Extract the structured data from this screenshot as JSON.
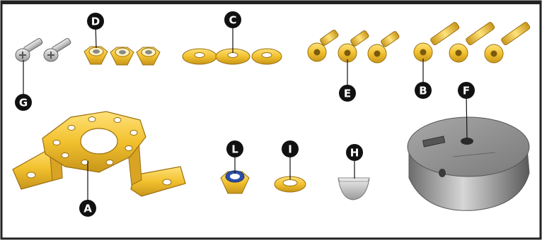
{
  "callouts": [
    {
      "id": "D",
      "label": "D"
    },
    {
      "id": "C",
      "label": "C"
    },
    {
      "id": "G",
      "label": "G"
    },
    {
      "id": "E",
      "label": "E"
    },
    {
      "id": "B",
      "label": "B"
    },
    {
      "id": "F",
      "label": "F"
    },
    {
      "id": "A",
      "label": "A"
    },
    {
      "id": "L",
      "label": "L"
    },
    {
      "id": "I",
      "label": "I"
    },
    {
      "id": "H",
      "label": "H"
    }
  ],
  "parts": [
    {
      "callout": "G",
      "name": "phillips-screw",
      "count": 2
    },
    {
      "callout": "D",
      "name": "hex-nut",
      "count": 3
    },
    {
      "callout": "C",
      "name": "flat-washer",
      "count": 3
    },
    {
      "callout": "E",
      "name": "short-socket-cap-screw",
      "count": 3
    },
    {
      "callout": "B",
      "name": "long-socket-cap-screw",
      "count": 3
    },
    {
      "callout": "F",
      "name": "round-weight",
      "count": 1
    },
    {
      "callout": "A",
      "name": "mounting-bracket",
      "count": 1
    },
    {
      "callout": "L",
      "name": "nylon-lock-nut",
      "count": 1
    },
    {
      "callout": "I",
      "name": "small-washer",
      "count": 1
    },
    {
      "callout": "H",
      "name": "woodruff-key",
      "count": 1
    }
  ],
  "colors": {
    "brass": "#f2c12e",
    "brass_dark": "#c8961a",
    "steel": "#c9c9c9",
    "steel_dark": "#8a8a8a",
    "callout_fill": "#111111",
    "nylon_insert": "#2c4fa8",
    "border": "#222222"
  }
}
